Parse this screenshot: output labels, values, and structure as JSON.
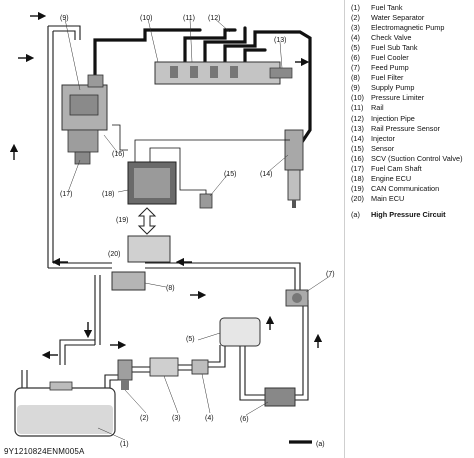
{
  "figure": {
    "code": "9Y1210824ENM005A",
    "callouts": [
      "(1)",
      "(2)",
      "(3)",
      "(4)",
      "(5)",
      "(6)",
      "(7)",
      "(8)",
      "(9)",
      "(10)",
      "(11)",
      "(12)",
      "(13)",
      "(14)",
      "(15)",
      "(16)",
      "(17)",
      "(18)",
      "(19)",
      "(20)",
      "(a)"
    ]
  },
  "legend": {
    "items": [
      {
        "num": "(1)",
        "label": "Fuel Tank"
      },
      {
        "num": "(2)",
        "label": "Water Separator"
      },
      {
        "num": "(3)",
        "label": "Electromagnetic Pump"
      },
      {
        "num": "(4)",
        "label": "Check Valve"
      },
      {
        "num": "(5)",
        "label": "Fuel Sub Tank"
      },
      {
        "num": "(6)",
        "label": "Fuel Cooler"
      },
      {
        "num": "(7)",
        "label": "Feed Pump"
      },
      {
        "num": "(8)",
        "label": "Fuel Filter"
      },
      {
        "num": "(9)",
        "label": "Supply Pump"
      },
      {
        "num": "(10)",
        "label": "Pressure Limiter"
      },
      {
        "num": "(11)",
        "label": "Rail"
      },
      {
        "num": "(12)",
        "label": "Injection Pipe"
      },
      {
        "num": "(13)",
        "label": "Rail Pressure Sensor"
      },
      {
        "num": "(14)",
        "label": "Injector"
      },
      {
        "num": "(15)",
        "label": "Sensor"
      },
      {
        "num": "(16)",
        "label": "SCV (Suction Control Valve)"
      },
      {
        "num": "(17)",
        "label": "Fuel Cam Shaft"
      },
      {
        "num": "(18)",
        "label": "Engine ECU"
      },
      {
        "num": "(19)",
        "label": "CAN Communication"
      },
      {
        "num": "(20)",
        "label": "Main ECU"
      }
    ],
    "note": {
      "num": "(a)",
      "label": "High Pressure Circuit"
    }
  },
  "colors": {
    "line": "#1a1a1a",
    "component": "#b8b8b8",
    "component_dark": "#6e6e6e",
    "fuel": "#d9d9d9"
  }
}
